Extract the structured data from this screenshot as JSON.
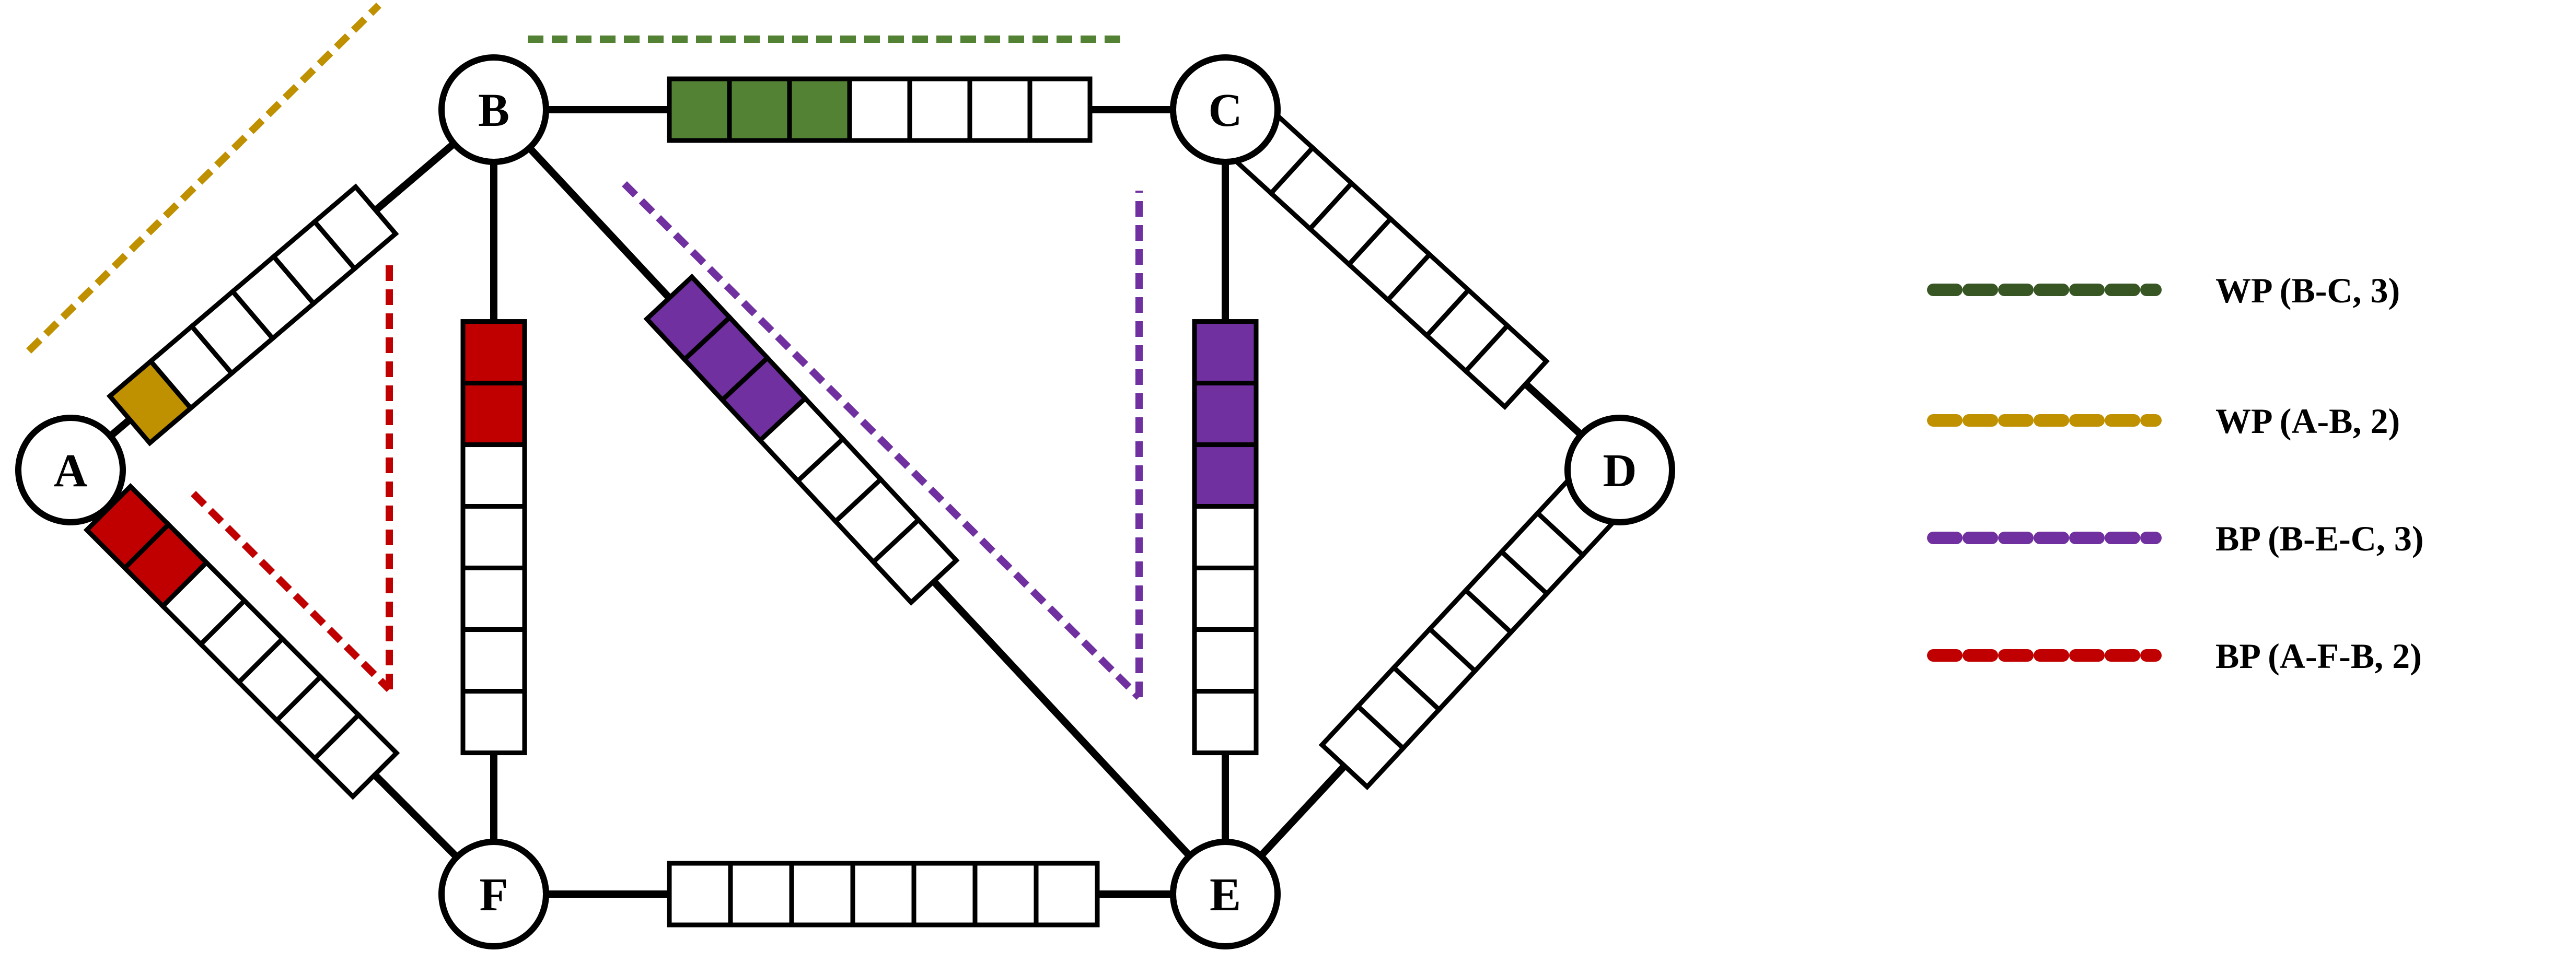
{
  "nodes": [
    {
      "id": "A",
      "label": "A"
    },
    {
      "id": "B",
      "label": "B"
    },
    {
      "id": "C",
      "label": "C"
    },
    {
      "id": "D",
      "label": "D"
    },
    {
      "id": "E",
      "label": "E"
    },
    {
      "id": "F",
      "label": "F"
    }
  ],
  "links": [
    {
      "id": "A-B",
      "from": "A",
      "to": "B",
      "slots": 6,
      "filled": 1,
      "fill_color": "#bf9000"
    },
    {
      "id": "A-F",
      "from": "A",
      "to": "F",
      "slots": 7,
      "filled": 2,
      "fill_color": "#c00000"
    },
    {
      "id": "B-C",
      "from": "B",
      "to": "C",
      "slots": 7,
      "filled": 3,
      "fill_color": "#548235"
    },
    {
      "id": "B-F",
      "from": "B",
      "to": "F",
      "slots": 7,
      "filled": 2,
      "fill_color": "#c00000"
    },
    {
      "id": "B-E",
      "from": "B",
      "to": "E",
      "slots": 7,
      "filled": 3,
      "fill_color": "#7030a0"
    },
    {
      "id": "C-E",
      "from": "C",
      "to": "E",
      "slots": 7,
      "filled": 3,
      "fill_color": "#7030a0"
    },
    {
      "id": "C-D",
      "from": "C",
      "to": "D",
      "slots": 7,
      "filled": 0,
      "fill_color": "#ffffff"
    },
    {
      "id": "D-E",
      "from": "D",
      "to": "E",
      "slots": 7,
      "filled": 0,
      "fill_color": "#ffffff"
    },
    {
      "id": "F-E",
      "from": "F",
      "to": "E",
      "slots": 7,
      "filled": 0,
      "fill_color": "#ffffff"
    }
  ],
  "legend": [
    {
      "id": "wp-bc",
      "label": "WP (B-C, 3)",
      "color": "#375623"
    },
    {
      "id": "wp-ab",
      "label": "WP (A-B, 2)",
      "color": "#bf9000"
    },
    {
      "id": "bp-bec",
      "label": "BP (B-E-C, 3)",
      "color": "#7030a0"
    },
    {
      "id": "bp-afb",
      "label": "BP (A-F-B, 2)",
      "color": "#c00000"
    }
  ],
  "paths": [
    {
      "id": "path-wp-ab",
      "color": "#bf9000"
    },
    {
      "id": "path-wp-bc",
      "color": "#548235"
    },
    {
      "id": "path-bp-afb",
      "color": "#c00000"
    },
    {
      "id": "path-bp-bec",
      "color": "#7030a0"
    }
  ]
}
